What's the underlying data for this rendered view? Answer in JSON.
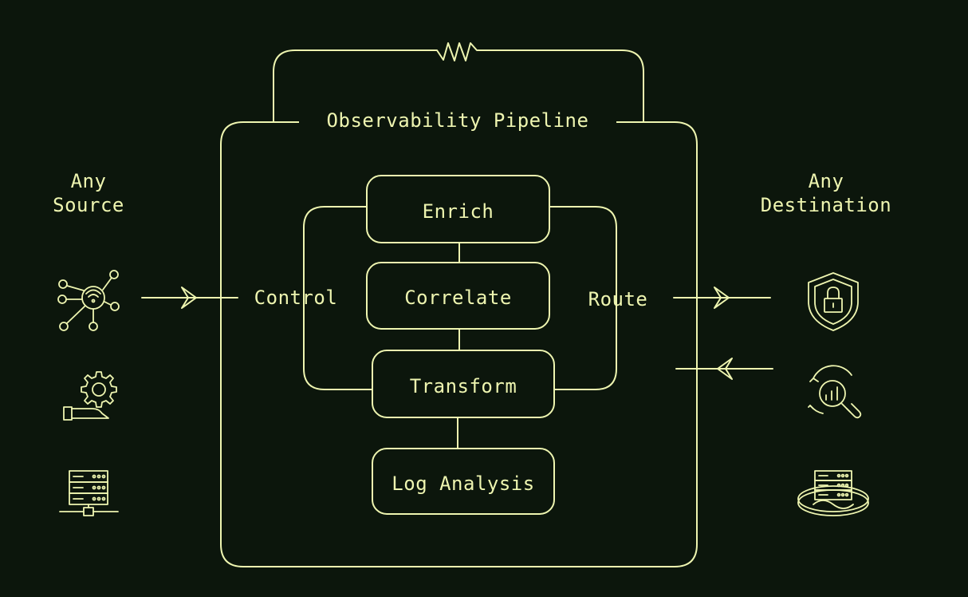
{
  "diagram": {
    "title": "Observability Pipeline",
    "source_label_line1": "Any",
    "source_label_line2": "Source",
    "destination_label_line1": "Any",
    "destination_label_line2": "Destination",
    "control_label": "Control",
    "route_label": "Route",
    "stages": {
      "enrich": "Enrich",
      "correlate": "Correlate",
      "transform": "Transform",
      "log_analysis": "Log Analysis"
    },
    "source_icons": [
      "network-hub-icon",
      "gear-hand-icon",
      "server-network-icon"
    ],
    "destination_icons": [
      "security-shield-lock-icon",
      "analytics-search-icon",
      "server-storage-icon"
    ],
    "colors": {
      "background": "#0c160c",
      "line": "#eef5b0"
    }
  }
}
